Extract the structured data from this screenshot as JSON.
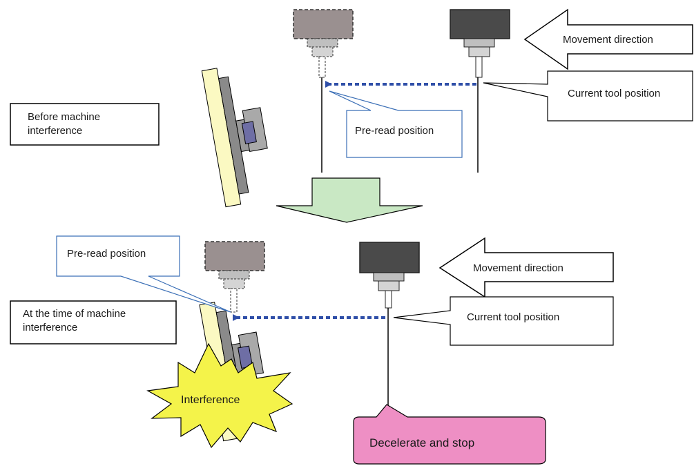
{
  "top_panel": {
    "state_label": [
      "Before machine",
      "interference"
    ],
    "movement_direction": "Movement direction",
    "current_tool_position": "Current tool position",
    "pre_read_position": "Pre-read position"
  },
  "bottom_panel": {
    "state_label": [
      "At the time of machine",
      "interference"
    ],
    "movement_direction": "Movement direction",
    "current_tool_position": "Current tool position",
    "pre_read_position": "Pre-read position",
    "interference": "Interference",
    "decelerate_and_stop": "Decelerate and stop"
  },
  "colors": {
    "tool_dark": "#4a4a4a",
    "tool_ghost": "#9a9090",
    "spindle_gray": "#bfbfbf",
    "plate_yellow": "#fbf9c2",
    "plate_gray": "#8a8a8a",
    "clamp_blue": "#6e6ea5",
    "dotted_arrow": "#2f4fa8",
    "callout_blue": "#3b6fb6",
    "transition_arrow": "#c9e8c4",
    "burst_yellow": "#f4f34a",
    "stop_pink": "#ee8fc4"
  }
}
